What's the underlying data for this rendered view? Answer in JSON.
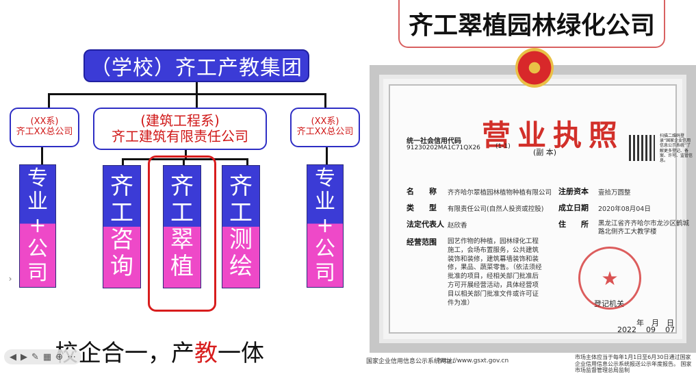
{
  "org_chart": {
    "top": "（学校）齐工产教集团",
    "depts": [
      {
        "line1": "(XX系)",
        "line2": "齐工XX总公司"
      },
      {
        "line1": "(建筑工程系)",
        "line2": "齐工建筑有限责任公司"
      },
      {
        "line1": "(XX系)",
        "line2": "齐工XX总公司"
      }
    ],
    "columns": [
      {
        "chars": [
          "专",
          "业",
          "+",
          "公",
          "司"
        ]
      },
      {
        "chars": [
          "齐",
          "工",
          "咨",
          "询"
        ]
      },
      {
        "chars": [
          "齐",
          "工",
          "翠",
          "植"
        ]
      },
      {
        "chars": [
          "齐",
          "工",
          "测",
          "绘"
        ]
      },
      {
        "chars": [
          "专",
          "业",
          "+",
          "公",
          "司"
        ]
      }
    ],
    "slogan_a": "校企合一，",
    "slogan_b": "产",
    "slogan_c": "教",
    "slogan_d": "一体"
  },
  "company_title": "齐工翠植园林绿化公司",
  "license": {
    "title": "营业执照",
    "credit_label": "统一社会信用代码",
    "credit_code": "91230202MA1C71QX26",
    "copy_no": "(1-1)",
    "copy_label": "(副 本)",
    "qr_note": "扫描二维码登录“国家企业信用信息公示系统”了解更多登记、备案、许可、监管信息。",
    "name_label": "名　　称",
    "name_value": "齐齐哈尔翠植园林植物种植有限公司",
    "type_label": "类　　型",
    "type_value": "有限责任公司(自然人投资或控股)",
    "legal_label": "法定代表人",
    "legal_value": "赵欣香",
    "scope_label": "经营范围",
    "scope_value": "园艺作物的种植，园林绿化工程施工，会场布置服务，公共建筑装饰和装修，建筑幕墙装饰和装修，果品、蔬菜零售。（依法须经批准的项目，经相关部门批准后方可开展经营活动，具体经营项目以相关部门批准文件或许可证件为准）",
    "capital_label": "注册资本",
    "capital_value": "壹拾万圆整",
    "date_label": "成立日期",
    "date_value": "2020年08月04日",
    "address_label": "住　　所",
    "address_value": "黑龙江省齐齐哈尔市龙沙区鹤城路北侧齐工大教学楼",
    "registrar": "登记机关",
    "year": "2022",
    "month": "09",
    "day": "07",
    "date_units": [
      "年",
      "月",
      "日"
    ],
    "footer_left": "国家企业信用信息公示系统网址：",
    "footer_url": "http://www.gsxt.gov.cn",
    "footer_right": "市场主体应当于每年1月1日至6月30日通过国家企业信用信息公示系统报送公示年度报告。",
    "footer_right2": "国家市场监督管理总局监制"
  },
  "toolbar": {
    "prev": "◀",
    "next": "▶",
    "side": "›"
  },
  "colors": {
    "blue": "#3b3bd6",
    "pink": "#ee49c8",
    "red": "#d81d1d"
  }
}
